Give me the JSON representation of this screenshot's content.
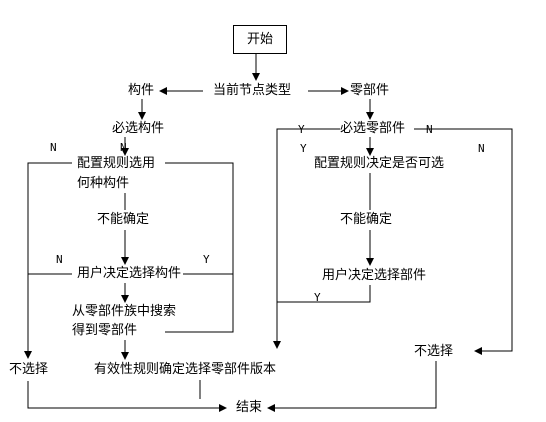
{
  "nodes": {
    "start": "开始",
    "current_type": "当前节点类型",
    "component": "构件",
    "part": "零部件",
    "required_component": "必选构件",
    "required_part": "必选零部件",
    "config_rule_select_line1": "配置规则选用",
    "config_rule_select_line2": "何种构件",
    "config_rule_optional": "配置规则决定是否可选",
    "undetermined_left": "不能确定",
    "undetermined_right": "不能确定",
    "user_select_component": "用户决定选择构件",
    "user_select_part": "用户决定选择部件",
    "search_family_line1": "从零部件族中搜索",
    "search_family_line2": "得到零部件",
    "not_select_left": "不选择",
    "not_select_right": "不选择",
    "validity_rule": "有效性规则确定选择零部件版本",
    "end": "结束"
  },
  "branch_labels": {
    "n1": "N",
    "n2": "N",
    "n3": "N",
    "y1": "Y",
    "y_right_top": "Y",
    "n_right_top": "N",
    "y_right_mid": "Y",
    "n_right_mid": "N",
    "y_right_bottom": "Y"
  }
}
